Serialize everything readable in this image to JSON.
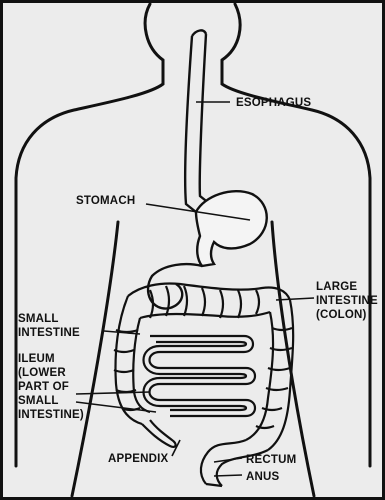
{
  "diagram": {
    "labels": {
      "esophagus": "ESOPHAGUS",
      "stomach": "STOMACH",
      "large_intestine": [
        "LARGE",
        "INTESTINE",
        "(COLON)"
      ],
      "small_intestine": [
        "SMALL",
        "INTESTINE"
      ],
      "ileum": [
        "ILEUM",
        "(LOWER",
        "PART OF",
        "SMALL",
        "INTESTINE)"
      ],
      "appendix": "APPENDIX",
      "rectum": "RECTUM",
      "anus": "ANUS"
    },
    "colors": {
      "background": "#ececec",
      "line": "#111111"
    }
  }
}
